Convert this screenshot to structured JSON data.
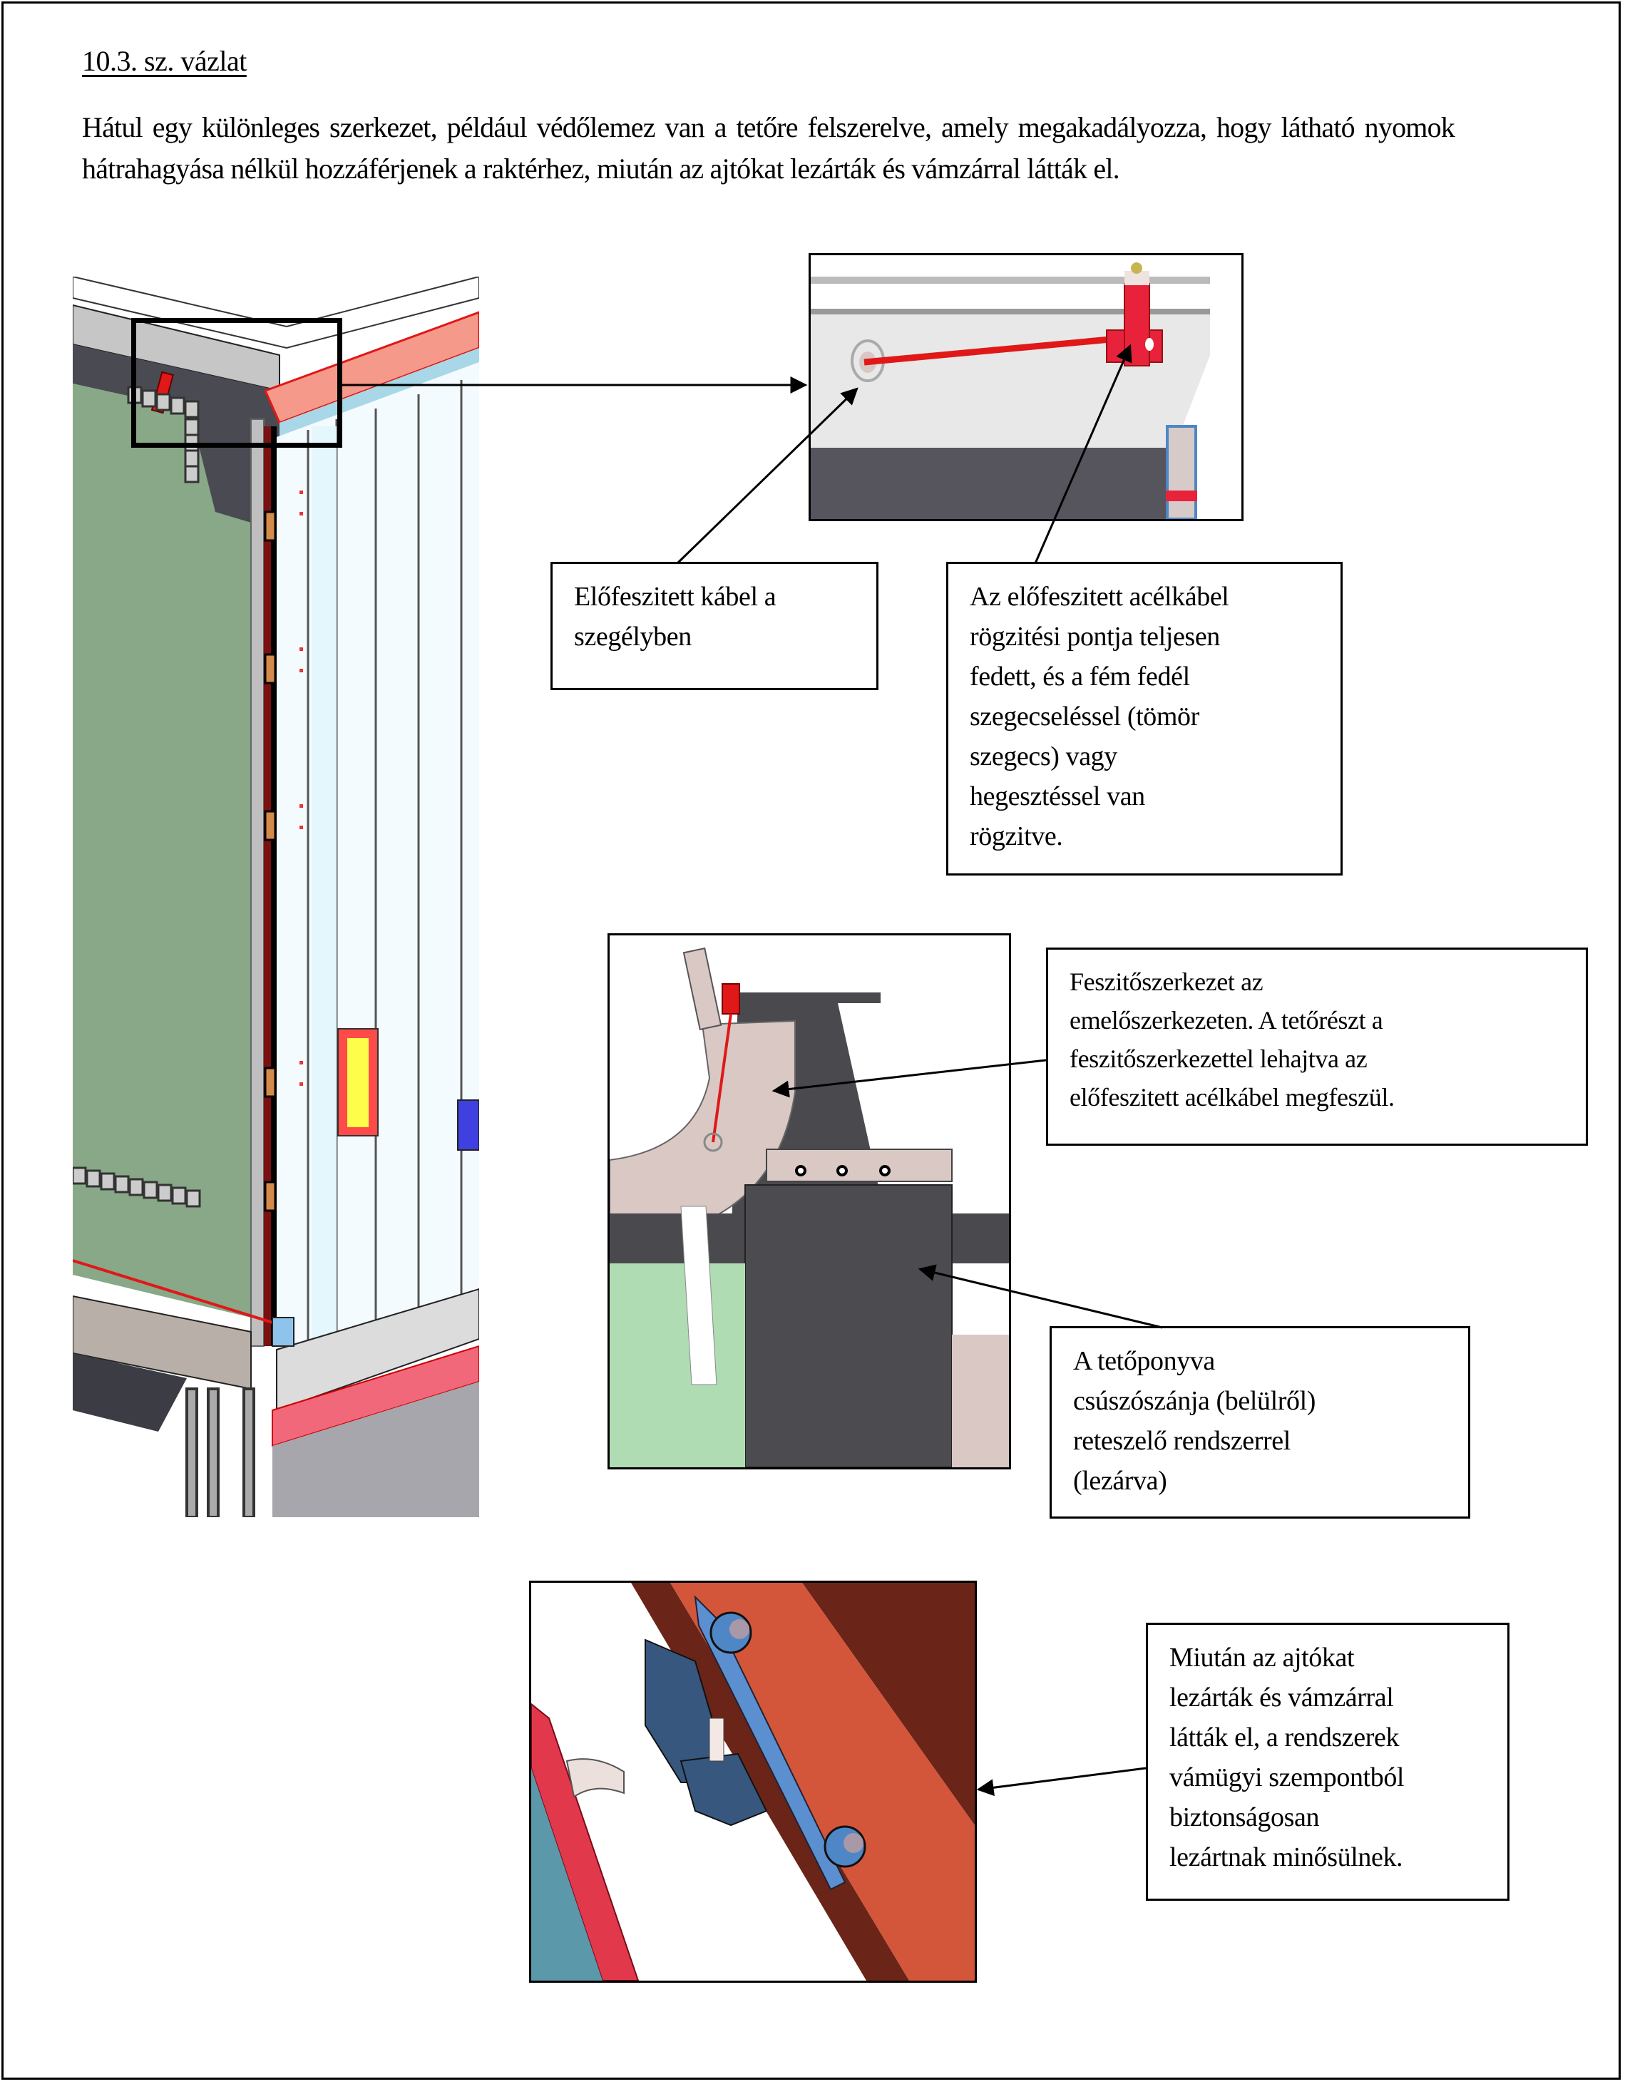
{
  "document": {
    "title": "10.3. sz. vázlat",
    "intro": "Hátul egy különleges szerkezet, például védőlemez van a tetőre felszerelve, amely megakadályozza, hogy látható nyomok hátrahagyása nélkül hozzáférjenek a raktérhez, miután az ajtókat lezárták és vámzárral látták el."
  },
  "callouts": {
    "prestressed_cable": "Előfeszitett kábel a\nszegélyben",
    "anchor_point": "Az  előfeszitett acélkábel\nrögzitési pontja teljesen\nfedett, és a fém fedél\nszegecseléssel  (tömör\nszegecs)  vagy\nhegesztéssel van\nrögzitve.",
    "tensioner": "Feszitőszerkezet az\nemelőszerkezeten. A tetőrészt a\nfeszitőszerkezettel lehajtva az\nelőfeszitett acélkábel megfeszül.",
    "tarpaulin_slider": "A tetőponyva\ncsúszószánja (belülről)\nreteszelő rendszerrel\n(lezárva)",
    "customs_sealed": "Miután az ajtókat\nlezárták és vámzárral\nlátták el, a rendszerek\nvámügyi szempontból\nbiztonságosan\nlezártnak minősülnek."
  },
  "figures": {
    "trailer_overview": "trailer-rear-corner-drawing",
    "roof_cable_detail": "roof-edge-cable-detail",
    "tensioner_detail": "roof-tensioner-detail",
    "latch_detail": "sliding-latch-detail"
  },
  "colors": {
    "tarp_green": "#88a888",
    "cable_red": "#e01818",
    "frame_salmon": "#f59a8a",
    "dark_panel": "#55545c",
    "bracket_blue": "#4f86c6",
    "beam_orange": "#d4563a",
    "beam_dark": "#6b2418",
    "reflector_yellow": "#fdfd4a"
  }
}
